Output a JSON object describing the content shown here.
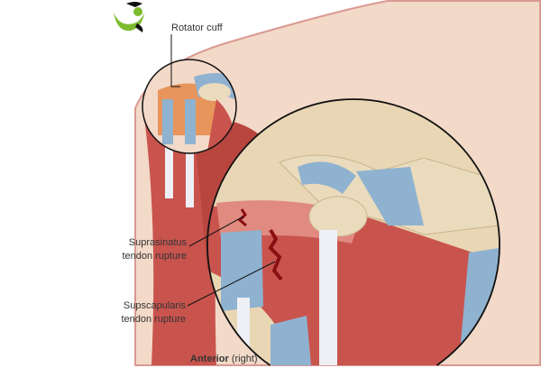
{
  "logo": {
    "name": "leaf-logo-icon",
    "colors": [
      "#7dbb2f",
      "#111111"
    ]
  },
  "labels": {
    "rotator_cuff": "Rotator cuff",
    "supraspinatus_line1": "Suprasinatus",
    "supraspinatus_line2": "tendon rupture",
    "subscapularis_line1": "Supscapularis",
    "subscapularis_line2": "tendon rupture",
    "view_bold": "Anterior",
    "view_rest": " (right)"
  },
  "colors": {
    "skin": "#f2d9c8",
    "skin_edge": "#d99a92",
    "muscle": "#c9544e",
    "muscle_light": "#e08a80",
    "bone": "#eadbbd",
    "tendon": "#8fb2d0",
    "rupture": "#8a0f12",
    "outline": "#111111"
  }
}
